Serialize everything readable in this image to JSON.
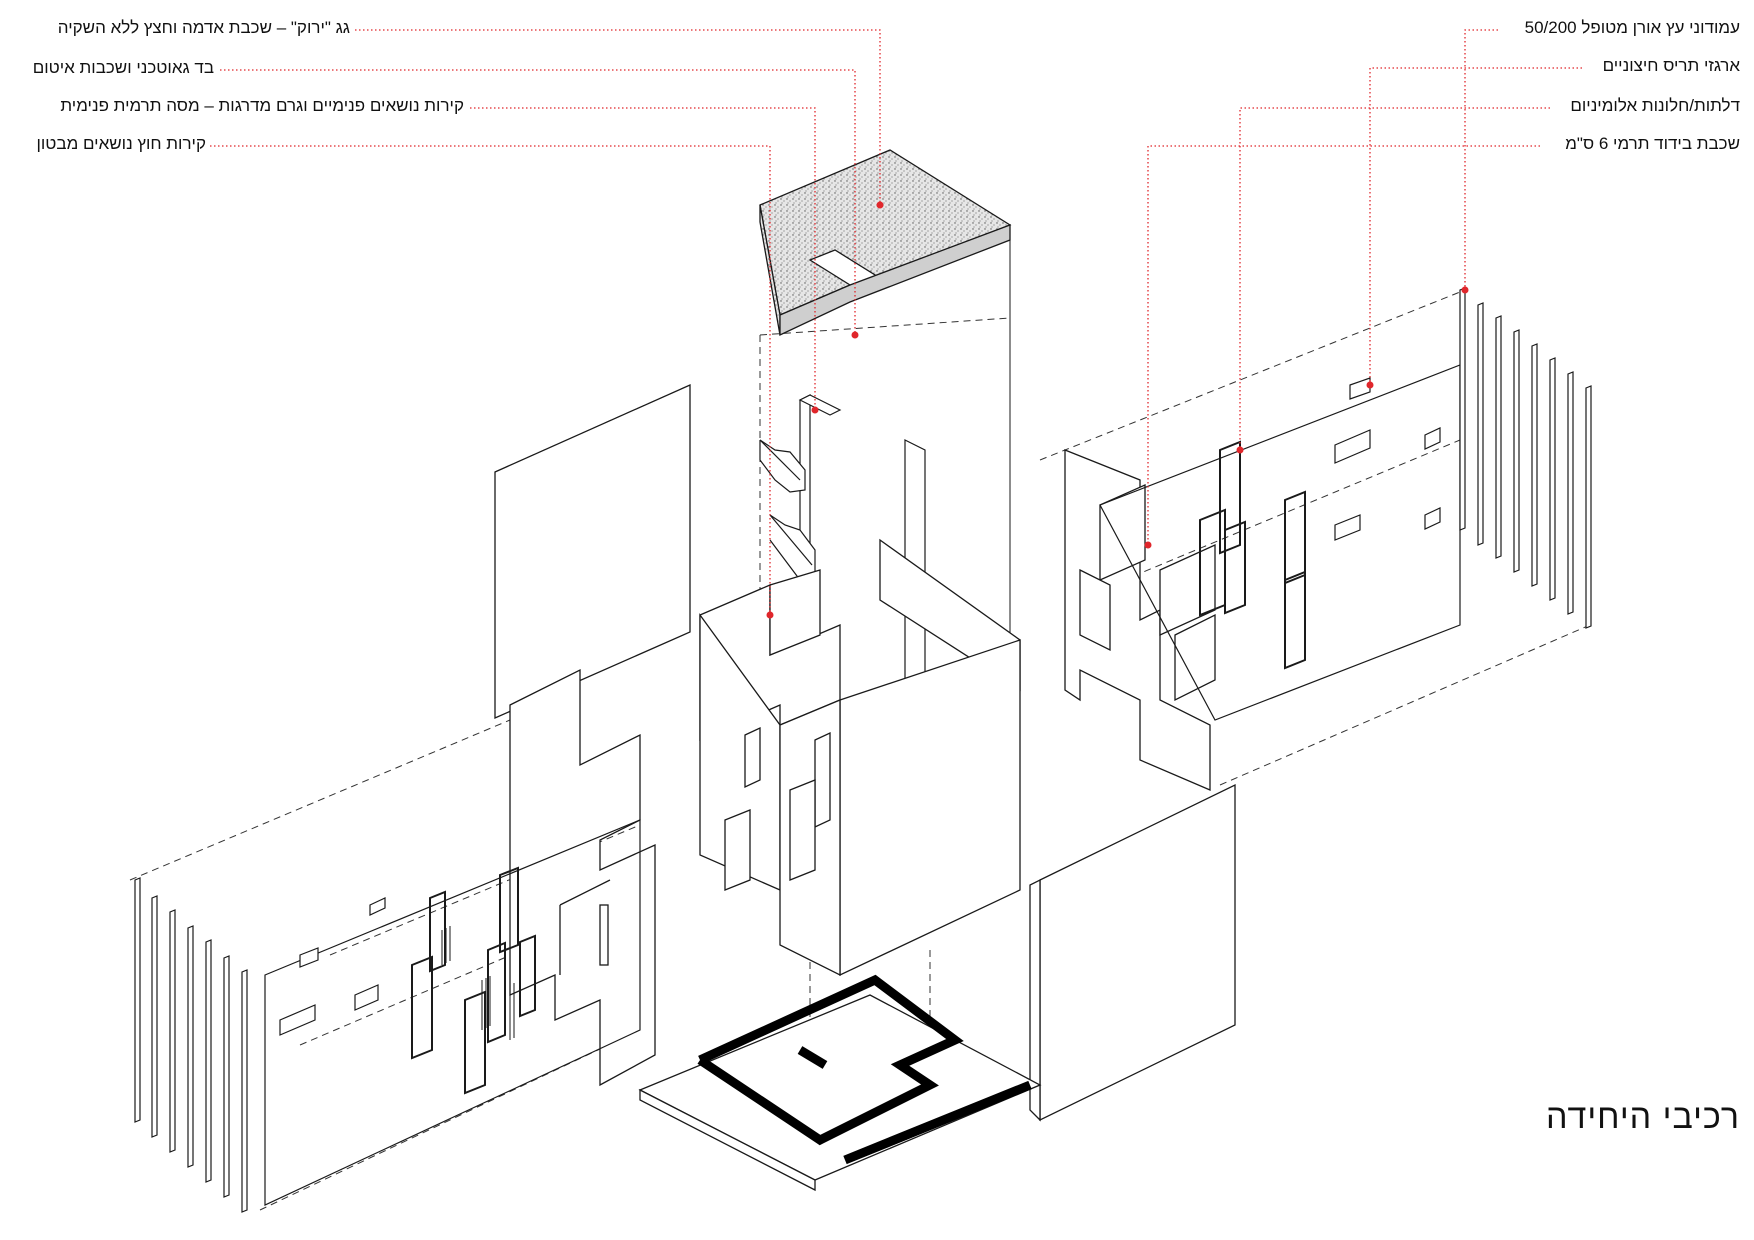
{
  "title": "רכיבי היחידה",
  "labels_left": [
    "גג \"ירוק\" – שכבת אדמה וחצץ ללא השקיה",
    "בד גאוטכני ושכבות איטום",
    "קירות נושאים פנימיים וגרם מדרגות – מסה תרמית פנימית",
    "קירות חוץ נושאים מבטון"
  ],
  "labels_right": [
    "עמודוני עץ אורן מטופל 50/200",
    "ארגזי תריס חיצוניים",
    "דלתות/חלונות אלומיניום",
    "שכבת בידוד תרמי 6 ס\"מ"
  ],
  "colors": {
    "leader": "#e0262b",
    "ink": "#1a1a1a",
    "roof_fill": "#d9d9d9"
  }
}
